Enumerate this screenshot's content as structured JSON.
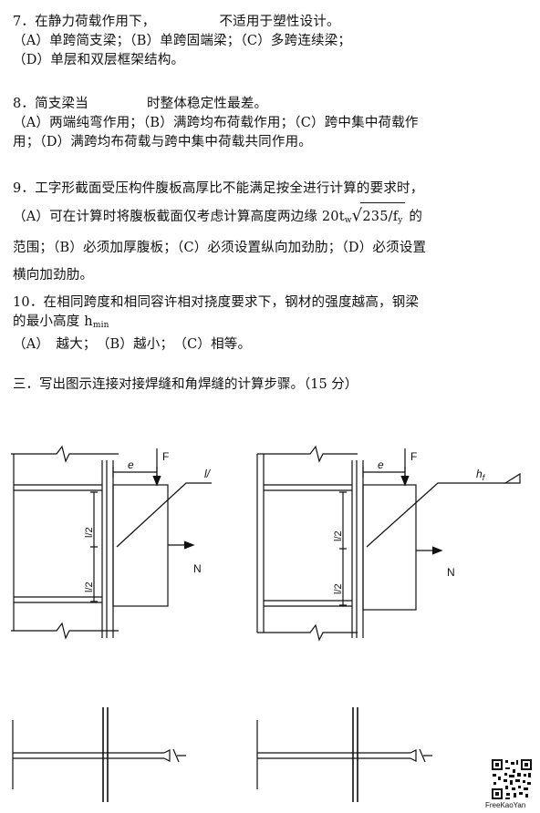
{
  "q7": {
    "line1a": "7．在静力荷载作用下，",
    "line1b": "不适用于塑性设计。",
    "line2": "（A）单跨简支梁；（B）单跨固端梁；（C）多跨连续梁；",
    "line3": "（D）单层和双层框架结构。"
  },
  "q8": {
    "line1a": "8．简支梁当",
    "line1b": "时整体稳定性最差。",
    "line2": "（A）两端纯弯作用；（B）满跨均布荷载作用；（C）跨中集中荷载作",
    "line3": "用；（D）满跨均布荷载与跨中集中荷载共同作用。"
  },
  "q9": {
    "line1": "9．工字形截面受压构件腹板高厚比不能满足按全进行计算的要求时，",
    "line2a": "（A）可在计算时将腹板截面仅考虑计算高度两边缘 20t",
    "sub_w": "w",
    "sqrt_text": "235/f",
    "sub_y": "y",
    "line2b": " 的",
    "line3": "范围；（B）必须加厚腹板；（C）必须设置纵向加劲肋；（D）必须设置",
    "line4": "横向加劲肋。"
  },
  "q10": {
    "line1": "10．在相同跨度和相同容许相对挠度要求下，钢材的强度越高，钢梁",
    "line2a": "的最小高度 h",
    "sub_min": "min",
    "line3": "（A）　越大；　（B）越小；　（C）相等。"
  },
  "section3": {
    "title": "三．写出图示连接对接焊缝和角焊缝的计算步骤。（15 分）"
  },
  "figures": {
    "e_label": "e",
    "F_label": "F",
    "N_label": "N",
    "l2_label": "l/2",
    "left_weld_label": "l/",
    "right_weld_label": "h",
    "right_weld_sub": "f"
  },
  "watermark": {
    "label": "FreeKaoYan"
  }
}
